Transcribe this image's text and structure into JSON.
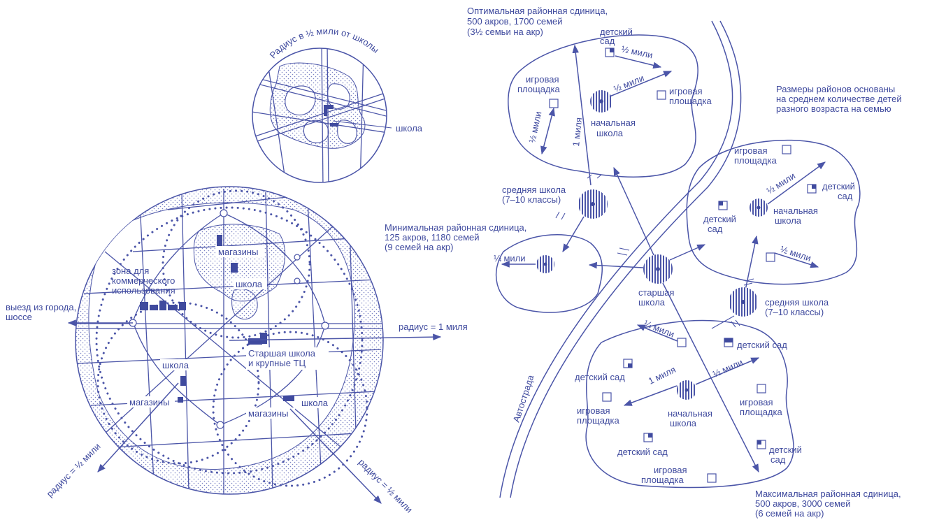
{
  "colors": {
    "ink": "#3f4a9e",
    "line": "#4b55a8",
    "background": "#ffffff",
    "stipple": "#7c84c4"
  },
  "top_map": {
    "radius_label": "Радиус в ½ мили от школы",
    "school_label": "школа"
  },
  "city_map": {
    "commercial_zone": [
      "зона для",
      "коммерческого",
      "использования"
    ],
    "exit_label": [
      "выезд из города,",
      "шоссе"
    ],
    "shops_label": "магазины",
    "school_label": "школа",
    "radius_1_mile": "радиус = 1 миля",
    "high_school": [
      "Старшая школа",
      "и крупные ТЦ"
    ],
    "radius_half_mile": "радиус = ½ мили"
  },
  "units": {
    "optimal": {
      "title": [
        "Оптимальная районная сдиница,",
        "500 акров, 1700 семей",
        "(3½ семьи на акр)"
      ]
    },
    "minimal": {
      "title": [
        "Минимальная районная сдиница,",
        "125 акров, 1180 семей",
        "(9 семей на акр)"
      ]
    },
    "maximal": {
      "title": [
        "Максимальная районная сдиница,",
        "500 акров, 3000 семей",
        "(6 семей на акр)"
      ]
    },
    "note": [
      "Размеры районов основаны",
      "на среднем количестве детей",
      "разного возраста на семью"
    ]
  },
  "labels": {
    "kindergarten": [
      "детский",
      "сад"
    ],
    "kindergarten_one_line": "детский сад",
    "playground": [
      "игровая",
      "площадка"
    ],
    "elementary": [
      "начальная",
      "школа"
    ],
    "middle": [
      "средняя школа",
      "(7–10 классы)"
    ],
    "high": [
      "старшая",
      "школа"
    ],
    "half_mile": "½ мили",
    "quarter_mile": "¼ мили",
    "one_mile": "1 миля",
    "highway": "Автострада"
  }
}
